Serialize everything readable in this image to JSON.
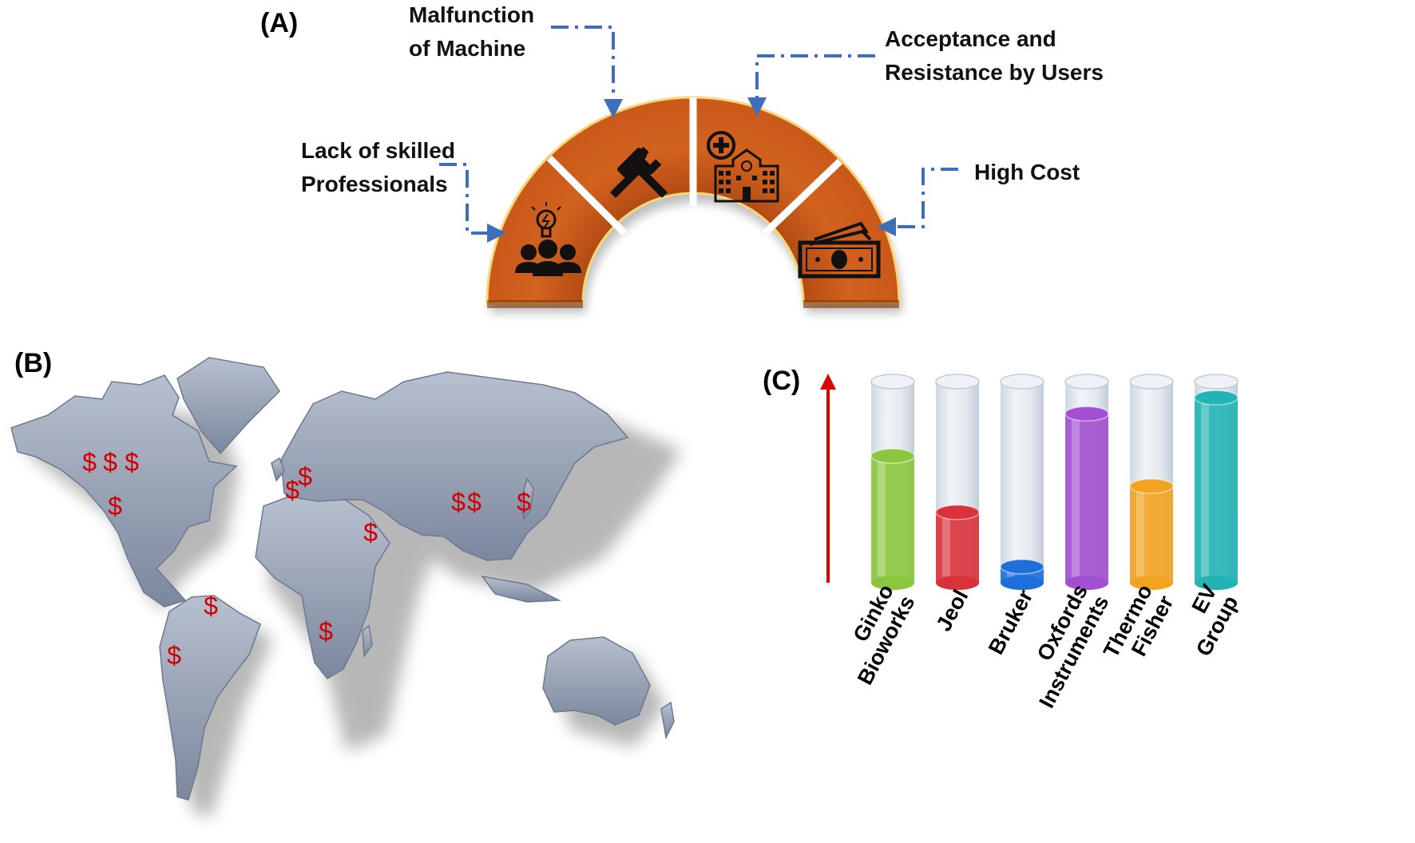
{
  "panels": {
    "a": "(A)",
    "b": "(B)",
    "c": "(C)"
  },
  "challenges": {
    "malfunction": [
      "Malfunction",
      "of Machine"
    ],
    "acceptance": [
      "Acceptance and",
      "Resistance by Users"
    ],
    "lack_skilled": [
      "Lack of skilled",
      "Professionals"
    ],
    "high_cost": [
      "High Cost"
    ]
  },
  "segment_icons": [
    "team-idea-icon",
    "hammer-wrench-icon",
    "hospital-icon",
    "money-icon"
  ],
  "map_marker": "$",
  "colors": {
    "arc": "#c9581a",
    "arc_dark": "#8e3a0a",
    "connector": "#3f6fb8",
    "map": "#8f9bb0",
    "marker": "#d40000",
    "arrow": "#e10000"
  },
  "chart_data": {
    "type": "bar",
    "categories": [
      "Ginko Bioworks",
      "Jeol",
      "Bruker",
      "Oxfords Instruments",
      "Thermo Fisher",
      "EV Group"
    ],
    "category_lines": [
      [
        "Ginko",
        "Bioworks"
      ],
      [
        "Jeol"
      ],
      [
        "Bruker"
      ],
      [
        "Oxfords",
        "Instruments"
      ],
      [
        "Thermo",
        "Fisher"
      ],
      [
        "EV",
        "Group"
      ]
    ],
    "values": [
      63,
      35,
      8,
      84,
      48,
      92
    ],
    "ylim": [
      0,
      100
    ],
    "colors": [
      "#8cc63f",
      "#d9323a",
      "#1e6fd9",
      "#a34fd1",
      "#f2a320",
      "#22b4b4"
    ],
    "title": "",
    "xlabel": "",
    "ylabel": ""
  }
}
